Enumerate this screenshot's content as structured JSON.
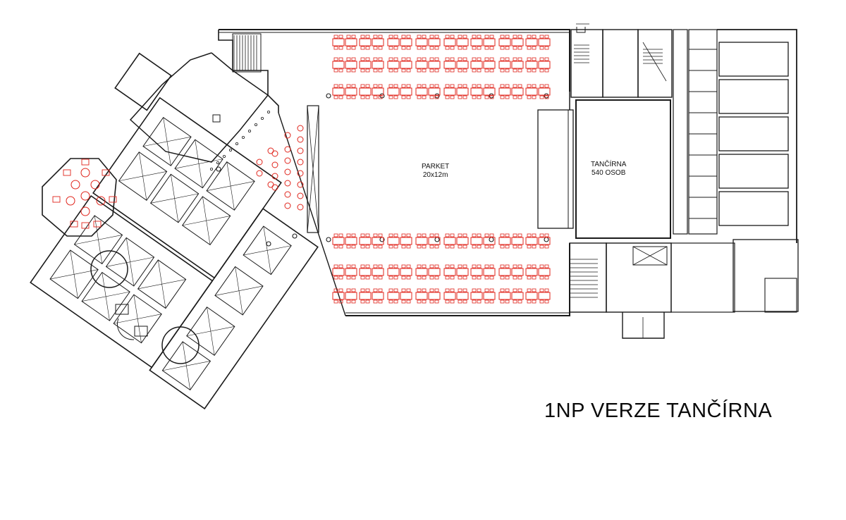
{
  "labels": {
    "parket_name": "PARKET",
    "parket_size": "20x12m",
    "tancirna_name": "TANČÍRNA",
    "tancirna_capacity": "540 OSOB"
  },
  "title": "1NP VERZE TANČÍRNA",
  "colors": {
    "walls": "#1a1a1a",
    "furniture": "#e0241b",
    "background": "#ffffff"
  }
}
